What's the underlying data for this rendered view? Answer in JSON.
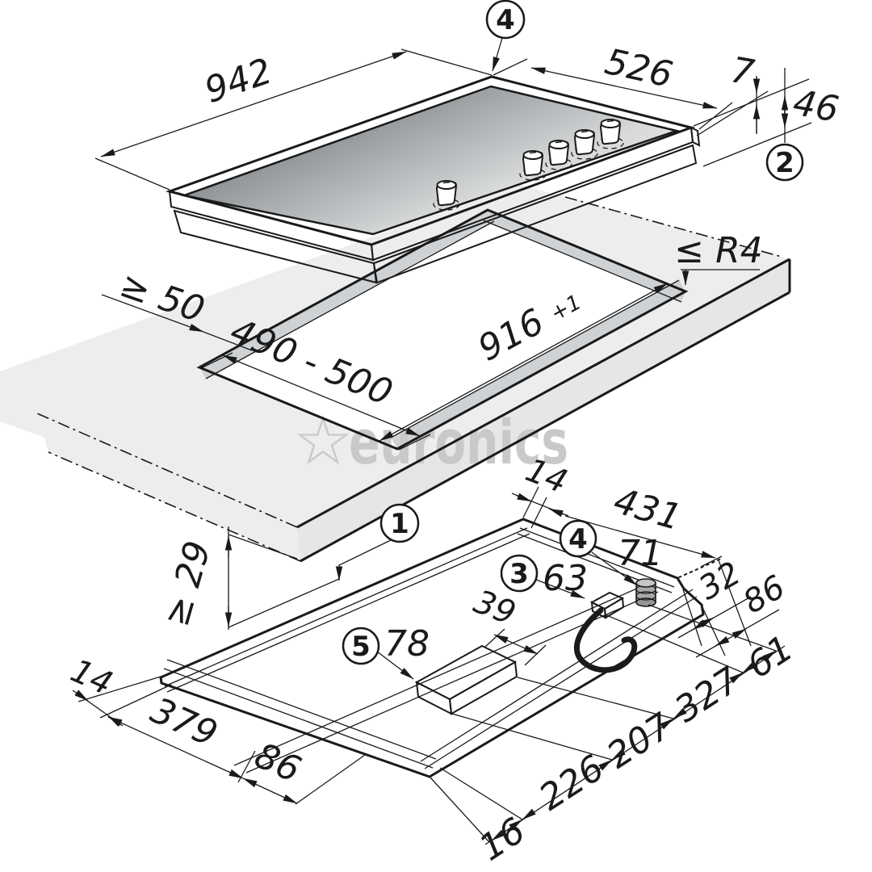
{
  "watermark": {
    "star": "☆",
    "name": "euronics"
  },
  "callouts": {
    "hob_tray": "1",
    "side_profile": "2",
    "mains_connector": "3",
    "glass_edge": "4",
    "earth_stud": "4",
    "junction_box": "5"
  },
  "top_view": {
    "width": "942",
    "depth": "526",
    "rim": "7",
    "height": "46"
  },
  "cutout": {
    "side_clearance": "≥ 50",
    "depth_range": "490 - 500",
    "width": "916",
    "width_tolerance": "+1",
    "corner_radius": "≤ R4",
    "clearance_below": "≥ 29"
  },
  "underside": {
    "rim_back": "14",
    "back_length": "431",
    "stud_offset": "71",
    "connector_offset": "63",
    "box_gap": "39",
    "box_width": "78",
    "rim_left": "14",
    "front_left": "379",
    "front_left2": "86",
    "notch": "32",
    "end_width": "86",
    "chain": [
      "16",
      "226",
      "207",
      "327",
      "61"
    ]
  }
}
